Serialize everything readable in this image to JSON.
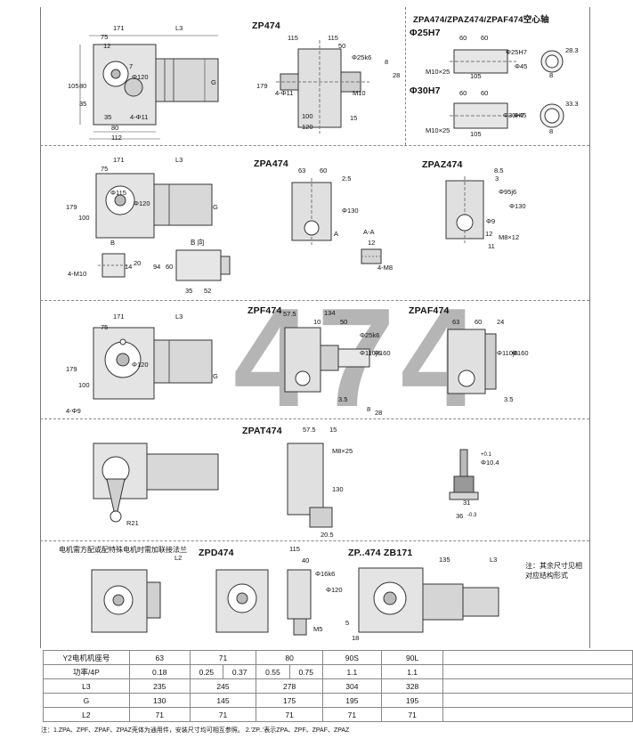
{
  "sections": {
    "zp474": {
      "title": "ZP474",
      "dims": [
        "171",
        "L3",
        "75",
        "12",
        "7",
        "105",
        "80",
        "35",
        "35",
        "4-Φ11",
        "80",
        "112",
        "Φ120",
        "G",
        "115",
        "115",
        "50",
        "Φ25k6",
        "8",
        "28",
        "179",
        "4-Φ11",
        "M10",
        "100",
        "120",
        "15"
      ]
    },
    "hollow": {
      "title": "ZPA474/ZPAZ474/ZPAF474空心轴",
      "h25": "Φ25H7",
      "h30": "Φ30H7",
      "dims25": [
        "60",
        "60",
        "Φ25H7",
        "Φ45",
        "28.3",
        "M10×25",
        "105",
        "8"
      ],
      "dims30": [
        "60",
        "60",
        "Φ30H7",
        "Φ45",
        "33.3",
        "M10×25",
        "105",
        "8"
      ]
    },
    "zpa474": {
      "title": "ZPA474",
      "dims": [
        "171",
        "L3",
        "75",
        "Φ115",
        "Φ120",
        "179",
        "100",
        "G",
        "B",
        "4-M10",
        "20",
        "14",
        "B 向",
        "94",
        "60",
        "35",
        "52",
        "63",
        "60",
        "2.5",
        "Φ130",
        "A-A",
        "12",
        "4-M8",
        "A"
      ]
    },
    "zpaz474": {
      "title": "ZPAZ474",
      "dims": [
        "8.5",
        "3",
        "Φ95j6",
        "Φ130",
        "Φ9",
        "M8×12",
        "12",
        "11"
      ]
    },
    "zpf474": {
      "title": "ZPF474",
      "dims": [
        "171",
        "L3",
        "75",
        "Φ120",
        "179",
        "100",
        "G",
        "4-Φ9",
        "57.5",
        "134",
        "10",
        "50",
        "Φ25k6",
        "Φ110j6",
        "Φ160",
        "3.5",
        "8",
        "28",
        "28"
      ]
    },
    "zpaf474": {
      "title": "ZPAF474",
      "dims": [
        "63",
        "60",
        "24",
        "Φ110j6",
        "Φ160",
        "3.5"
      ]
    },
    "zpat474": {
      "title": "ZPAT474",
      "dims": [
        "57.5",
        "15",
        "M8×25",
        "130",
        "20.5",
        "R21",
        "Φ10.4",
        "+0.1",
        "31",
        "36",
        "-0.3"
      ]
    },
    "special": {
      "note": "电机需方配或配特殊电机时需加联接法兰",
      "l2": "L2"
    },
    "zpd474": {
      "title": "ZPD474",
      "dims": [
        "115",
        "40",
        "Φ16k6",
        "Φ120",
        "M5",
        "5",
        "18"
      ]
    },
    "zb171": {
      "title": "ZP..474 ZB171",
      "dims": [
        "135",
        "L3"
      ]
    },
    "side_note": "注：其余尺寸见相对应结构形式"
  },
  "watermark": "474",
  "table": {
    "rows": [
      {
        "label": "Y2电机机座号",
        "cells": [
          {
            "v": "63",
            "span": 1
          },
          {
            "v": "71",
            "span": 2
          },
          {
            "v": "80",
            "span": 2
          },
          {
            "v": "90S",
            "span": 1
          },
          {
            "v": "90L",
            "span": 1
          }
        ]
      },
      {
        "label": "功率/4P",
        "cells": [
          {
            "v": "0.18",
            "span": 1
          },
          {
            "v": "0.25",
            "span": 1
          },
          {
            "v": "0.37",
            "span": 1
          },
          {
            "v": "0.55",
            "span": 1
          },
          {
            "v": "0.75",
            "span": 1
          },
          {
            "v": "1.1",
            "span": 1
          },
          {
            "v": "1.1",
            "span": 1
          }
        ]
      },
      {
        "label": "L3",
        "cells": [
          {
            "v": "235",
            "span": 1
          },
          {
            "v": "245",
            "span": 2
          },
          {
            "v": "278",
            "span": 2
          },
          {
            "v": "304",
            "span": 1
          },
          {
            "v": "328",
            "span": 1
          }
        ]
      },
      {
        "label": "G",
        "cells": [
          {
            "v": "130",
            "span": 1
          },
          {
            "v": "145",
            "span": 2
          },
          {
            "v": "175",
            "span": 2
          },
          {
            "v": "195",
            "span": 1
          },
          {
            "v": "195",
            "span": 1
          }
        ]
      },
      {
        "label": "L2",
        "cells": [
          {
            "v": "71",
            "span": 1
          },
          {
            "v": "71",
            "span": 2
          },
          {
            "v": "71",
            "span": 2
          },
          {
            "v": "71",
            "span": 1
          },
          {
            "v": "71",
            "span": 1
          }
        ]
      }
    ]
  },
  "footer": "注：1.ZPA、ZPF、ZPAF、ZPAZ壳体为通用件，安装尺寸均可相互参照。 2.'ZP..'表示ZPA、ZPF、ZPAF、ZPAZ"
}
